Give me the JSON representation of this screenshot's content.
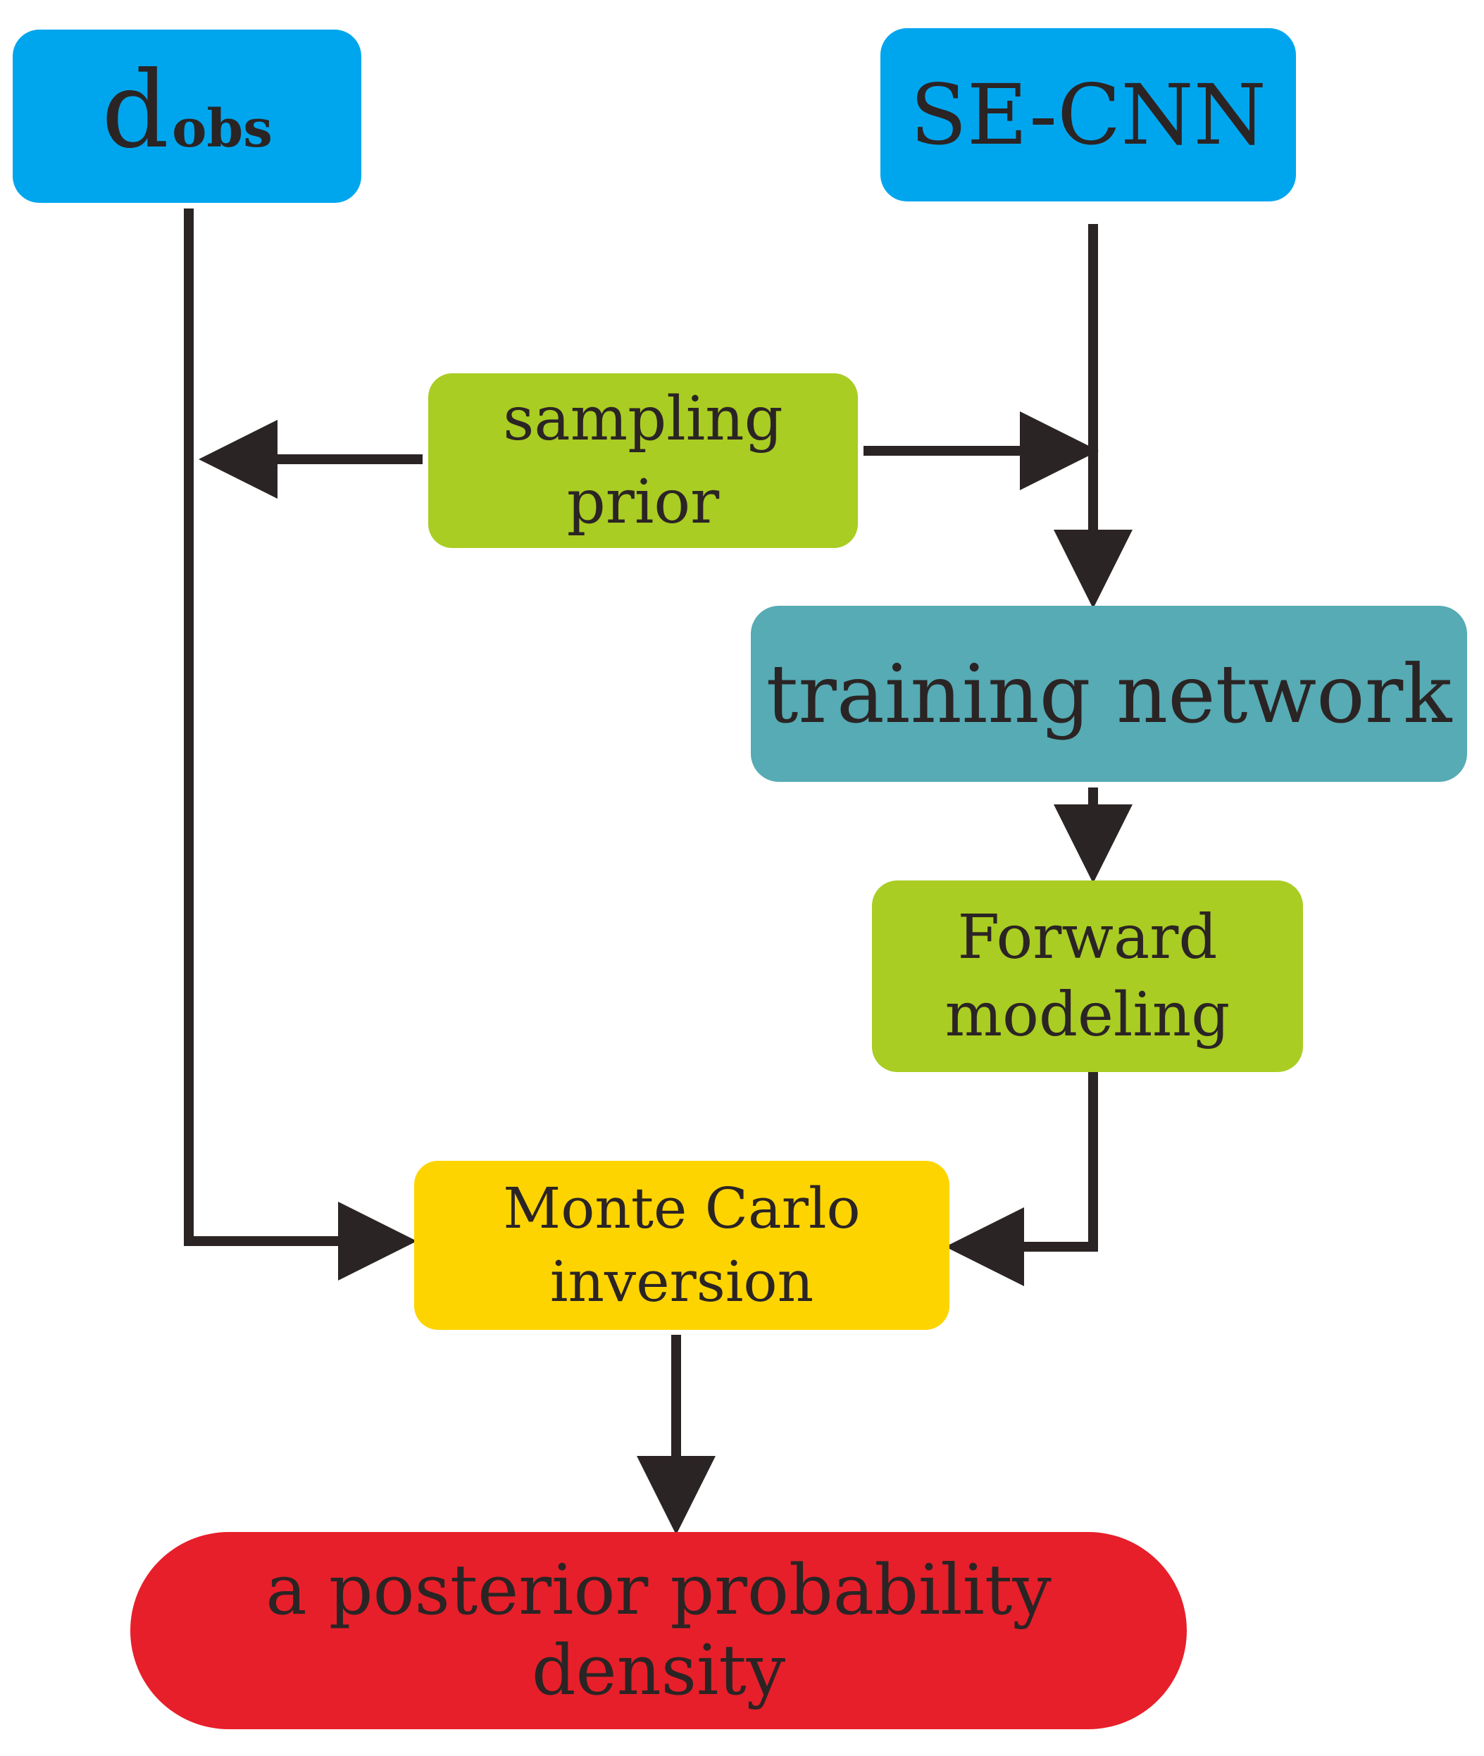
{
  "diagram": {
    "nodes": {
      "dobs": {
        "main": "d",
        "sub": "obs",
        "color": "#00A6ED"
      },
      "secnn": {
        "label": "SE-CNN",
        "color": "#00A6ED"
      },
      "sampling": {
        "line1": "sampling",
        "line2": "prior",
        "color": "#A9CD22"
      },
      "training": {
        "label": "training network",
        "color": "#56ABB4"
      },
      "forward": {
        "line1": "Forward",
        "line2": "modeling",
        "color": "#A9CD22"
      },
      "montecarlo": {
        "line1": "Monte Carlo",
        "line2": "inversion",
        "color": "#FDD400"
      },
      "posterior": {
        "label": "a posterior probability density",
        "color": "#E71F2A"
      }
    },
    "edges": [
      {
        "from": "dobs",
        "to": "montecarlo"
      },
      {
        "from": "sampling",
        "to": "dobs"
      },
      {
        "from": "sampling",
        "to": "secnn"
      },
      {
        "from": "secnn",
        "to": "training"
      },
      {
        "from": "training",
        "to": "forward"
      },
      {
        "from": "forward",
        "to": "montecarlo"
      },
      {
        "from": "montecarlo",
        "to": "posterior"
      }
    ],
    "line_color": "#2b2424"
  }
}
